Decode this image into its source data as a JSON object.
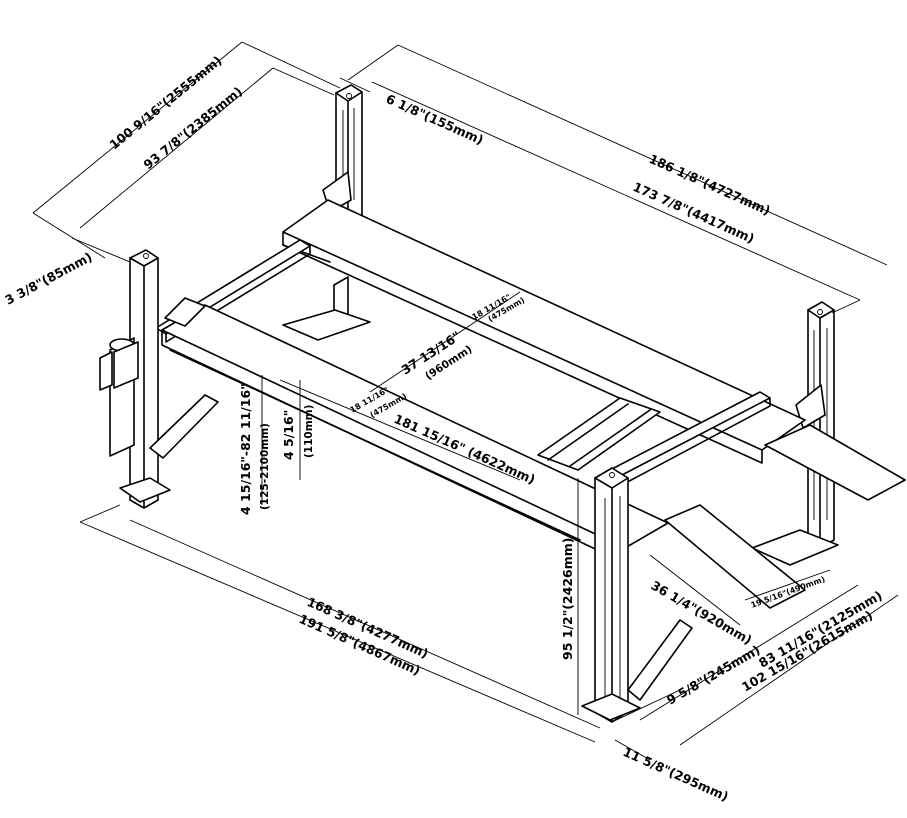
{
  "dimensions": {
    "overall_width_outer": "100 9/16\"(2555mm)",
    "overall_width_inner": "93 7/8\"(2385mm)",
    "post_depth": "6 1/8\"(155mm)",
    "overall_length_outer": "186 1/8\"(4727mm)",
    "overall_length_inner": "173 7/8\"(4417mm)",
    "post_offset": "3 3/8\"(85mm)",
    "runway_width_rear_a": "18 11/16\"",
    "runway_width_rear_b": "(475mm)",
    "runway_gap_a": "37 13/16\"",
    "runway_gap_b": "(960mm)",
    "runway_width_front_a": "18 11/16\"",
    "runway_width_front_b": "(475mm)",
    "runway_length": "181 15/16\"  (4622mm)",
    "lift_height_a": "4 15/16\"-82 11/16\"",
    "lift_height_b": "(125-2100mm)",
    "runway_height_a": "4 5/16\"",
    "runway_height_b": "(110mm)",
    "post_spacing_length": "168 3/8\"(4277mm)",
    "overall_length_base": "191 5/8\"(4867mm)",
    "column_height": "95 1/2\"(2426mm)",
    "ramp_length": "36 1/4\"(920mm)",
    "ramp_width": "19 5/16\"(490mm)",
    "width_between_posts": "83 11/16\"(2125mm)",
    "overall_width_base": "102 15/16\"(2615mm)",
    "base_plate_a": "9 5/8\"(245mm)",
    "base_plate_b": "11 5/8\"(295mm)"
  },
  "colors": {
    "line": "#000000",
    "background": "#ffffff",
    "shade": "#d9d9d9"
  }
}
